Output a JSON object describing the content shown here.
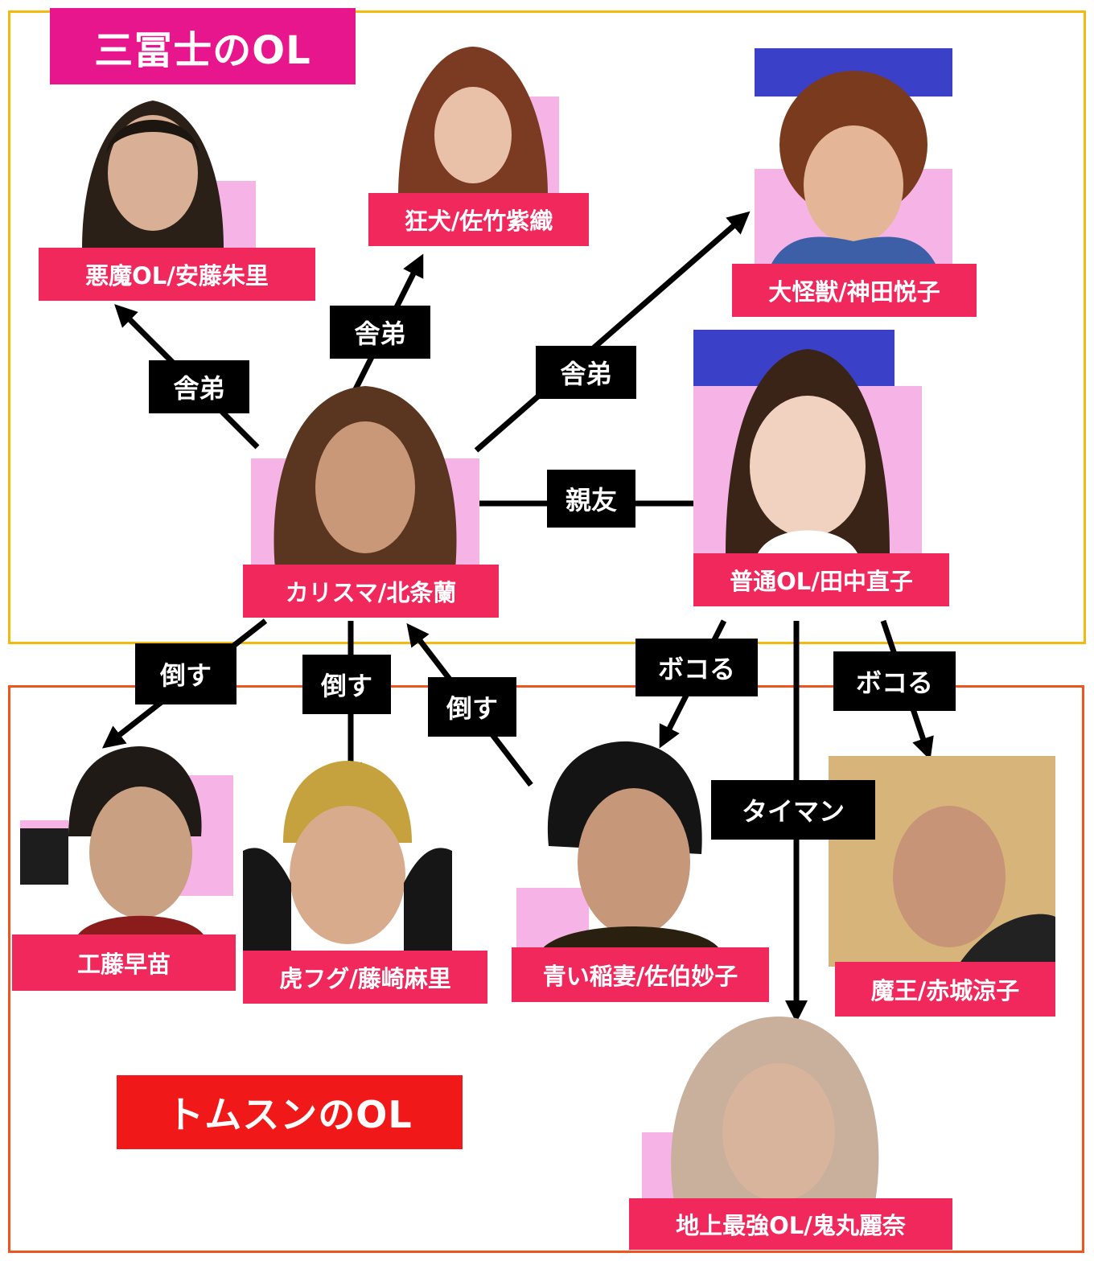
{
  "groups": {
    "top": {
      "title": "三冨士のOL",
      "frame_color": "#f3b90e",
      "title_color": "#e8168c"
    },
    "bottom": {
      "title": "トムスンのOL",
      "frame_color": "#ee5520",
      "title_color": "#f01818"
    }
  },
  "people": {
    "akuma": "悪魔OL/安藤朱里",
    "kyouken": "狂犬/佐竹紫織",
    "daikaijuu": "大怪獣/神田悦子",
    "charisma": "カリスマ/北条蘭",
    "futsuu": "普通OL/田中直子",
    "kudou": "工藤早苗",
    "torafugu": "虎フグ/藤崎麻里",
    "aoiinazuma": "青い稲妻/佐伯妙子",
    "maou": "魔王/赤城涼子",
    "chijou": "地上最強OL/鬼丸麗奈"
  },
  "relations": {
    "shatei": "舎弟",
    "shinyuu": "親友",
    "taosu": "倒す",
    "bokoru": "ボコる",
    "taiman": "タイマン"
  },
  "colors": {
    "name_label": "#f0285c",
    "relation_label": "#000000",
    "portrait_pink": "#f6b3e6",
    "portrait_blue": "#3a40c8"
  }
}
